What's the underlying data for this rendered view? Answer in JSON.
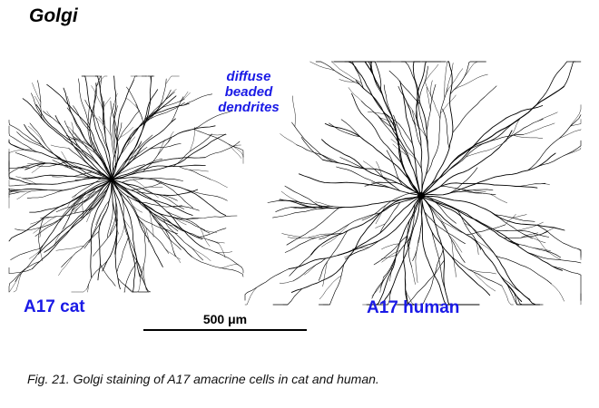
{
  "heading": "Golgi",
  "annotation": {
    "lines": [
      "diffuse",
      "beaded",
      "dendrites"
    ]
  },
  "labels": {
    "cat": "A17 cat",
    "human": "A17 human"
  },
  "scale_bar": {
    "label": "500 μm"
  },
  "caption": "Fig. 21. Golgi staining of A17 amacrine cells in cat and human.",
  "colors": {
    "label_blue": "#1a1ae6",
    "ink": "#000000"
  }
}
